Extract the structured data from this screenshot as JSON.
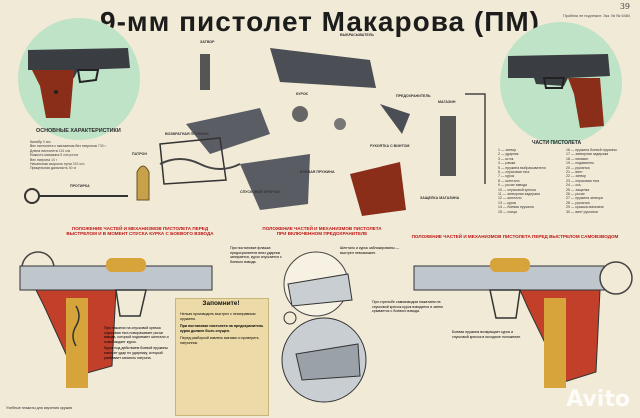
{
  "title": "9-мм пистолет Макарова (ПМ)",
  "top_right": "Пробник не подлежит. Экз. №",
  "stamp": "№ 6484",
  "corner_note": "39",
  "specs": {
    "heading": "Основные характеристики",
    "rows": [
      {
        "k": "Калибр",
        "v": "9 мм"
      },
      {
        "k": "Вес пистолета с магазином без патронов",
        "v": "730 г"
      },
      {
        "k": "Длина пистолета",
        "v": "161 мм"
      },
      {
        "k": "Емкость магазина",
        "v": "8 патронов"
      },
      {
        "k": "Вес патрона",
        "v": "10 г"
      },
      {
        "k": "Начальная скорость пули",
        "v": "315 м/с"
      },
      {
        "k": "Прицельная дальность",
        "v": "50 м"
      }
    ]
  },
  "labels_top": {
    "cartridge": "Патрон",
    "rod": "Протирка",
    "slide": "Затвор",
    "barrel": "Выбрасыватель",
    "frame_spring": "Возвратная пружина",
    "hammer": "Курок",
    "magazine": "Магазин",
    "grip": "Рукоятка с винтом",
    "lever_spring": "Боевая пружина",
    "trigger": "Спусковой крючок",
    "catch": "Защелка магазина",
    "safety": "Предохранитель"
  },
  "parts": {
    "heading": "Части пистолета",
    "list_a": [
      "1 — затвор",
      "2 — ударник",
      "3 — шток",
      "4 — рамка",
      "5 — пружина выбрасывателя",
      "6 — спусковая тяга",
      "7 — курок",
      "8 — шептало",
      "9 — рычаг взвода",
      "10 — спусковой крючок",
      "11 — затворная задержка",
      "12 — шептало",
      "13 — курок",
      "14 — боевая пружина",
      "15 — спица"
    ],
    "list_b": [
      "16 — пружина боевой пружины",
      "17 — затворная задержка",
      "18 — магазин",
      "19 — подаватель",
      "20 — рукоятка",
      "21 — винт",
      "22 — затвор",
      "23 — спусковая тяга",
      "24 — ось",
      "25 — защелка",
      "26 — рычаг",
      "27 — пружина затвора",
      "28 — рукоятка",
      "29 — крышка магазина",
      "30 — винт рукоятки"
    ]
  },
  "sections": {
    "left": "Положение частей и механизмов пистолета перед выстрелом и в момент спуска курка с боевого взвода",
    "middle": "Положение частей и механизмов пистолета при включенном предохранителе",
    "right": "Положение частей и механизмов пистолета перед выстрелом самовзводом"
  },
  "warning": {
    "title": "Запомните!",
    "text": [
      "Нельзя производить выстрел с неисправным оружием.",
      "При постановке пистолета на предохранитель курок должен быть спущен.",
      "Перед разборкой извлечь магазин и проверить патронник."
    ]
  },
  "notes_left": [
    "При нажатии на спусковой крючок спусковая тяга поворачивает рычаг взвода, который поднимает шептало и освобождает курок.",
    "Курок под действием боевой пружины наносит удар по ударнику, который разбивает капсюль патрона."
  ],
  "notes_mid": [
    "При постановке флажка предохранителя вниз ударник запирается, курок спускается с боевого взвода.",
    "Шептало и курок заблокированы — выстрел невозможен."
  ],
  "notes_right": [
    "При стрельбе самовзводом нажатием на спусковой крючок курок взводится и затем срывается с боевого взвода.",
    "Боевая пружина возвращает курок и спусковой крючок в исходное положение."
  ],
  "footer_left": "Учебные плакаты для изучения оружия",
  "watermark": "Avito"
}
